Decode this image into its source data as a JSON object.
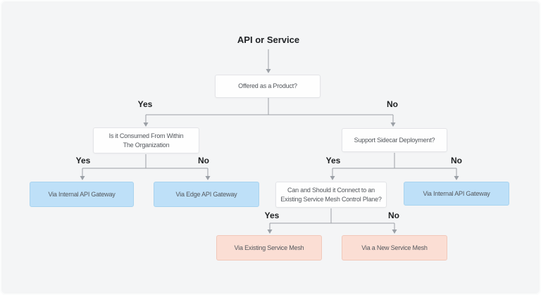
{
  "title": "API or Service",
  "labels": {
    "yes": "Yes",
    "no": "No"
  },
  "nodes": {
    "q_offered": "Offered as a Product?",
    "q_consumed": "Is it Consumed From Within\nThe Organization",
    "q_sidecar": "Support Sidecar Deployment?",
    "q_mesh": "Can and Should it Connect to an\nExisting Service Mesh Control Plane?",
    "a_internal_left": "Via Internal API Gateway",
    "a_edge": "Via Edge API Gateway",
    "a_internal_right": "Via Internal API Gateway",
    "a_existing_mesh": "Via Existing Service Mesh",
    "a_new_mesh": "Via a New Service Mesh"
  },
  "colors": {
    "background": "#f4f5f6",
    "decision_bg": "#fefefe",
    "decision_border": "#e3e4e7",
    "gateway_bg": "#bee0f8",
    "gateway_border": "#a8d3ef",
    "mesh_bg": "#fbded4",
    "mesh_border": "#f1c8ba",
    "connector": "#9ba0a6",
    "node_text": "#53575c",
    "label_text": "#1e2022",
    "title_text": "#212427"
  }
}
